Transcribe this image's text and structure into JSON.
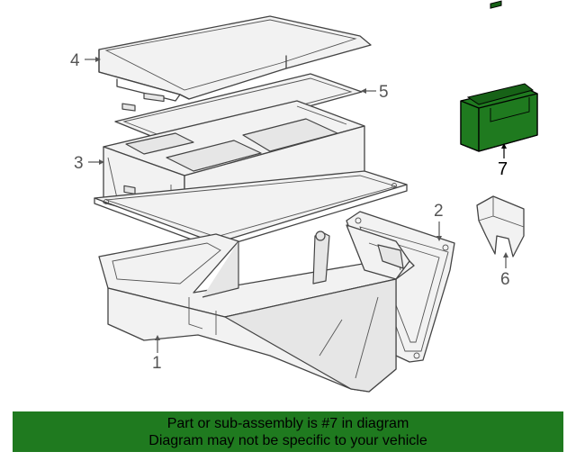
{
  "callouts": [
    {
      "label": "4"
    },
    {
      "label": "5"
    },
    {
      "label": "3"
    },
    {
      "label": "2"
    },
    {
      "label": "1"
    },
    {
      "label": "7",
      "highlighted": true
    },
    {
      "label": "6"
    }
  ],
  "highlight_color": "#1f7a1f",
  "banner": {
    "line1": "Part or sub-assembly is #7 in diagram",
    "line2": "Diagram may not be specific to your vehicle"
  }
}
